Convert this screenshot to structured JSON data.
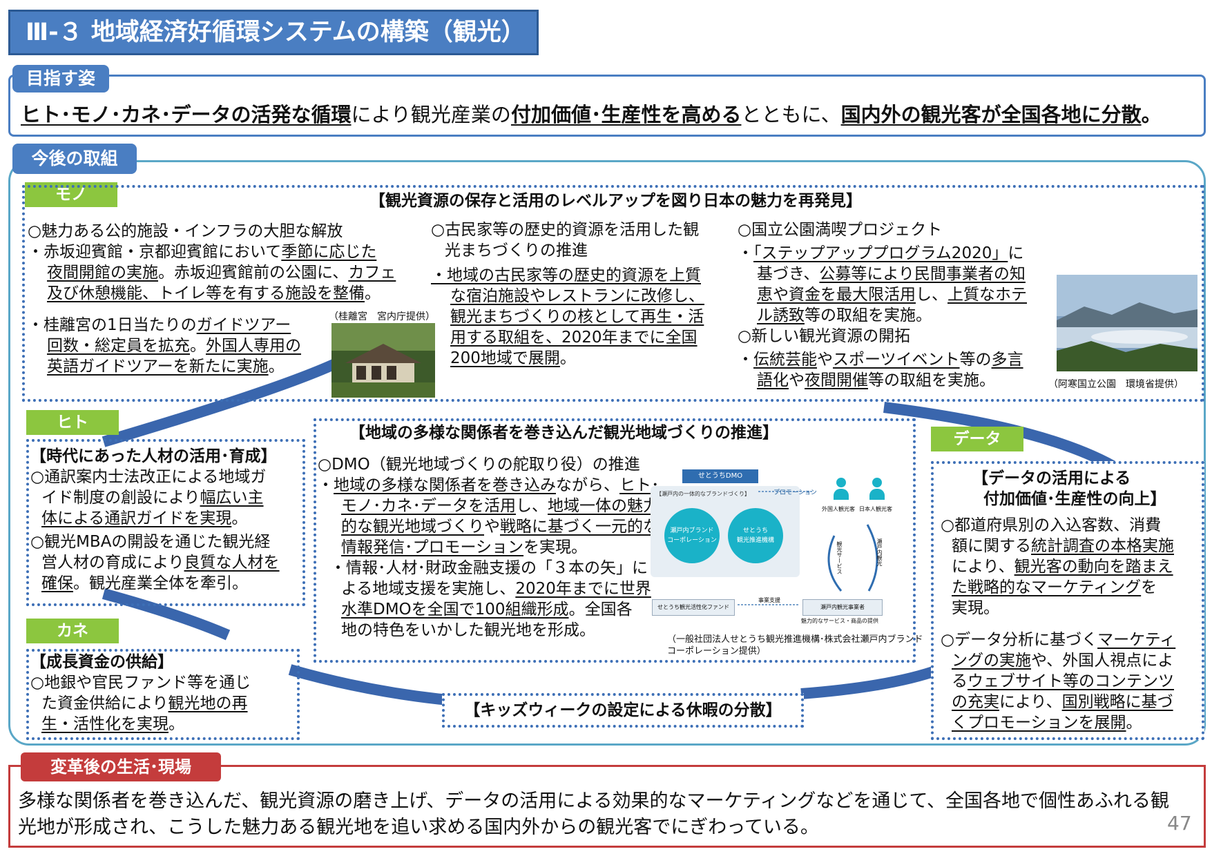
{
  "header": {
    "title": "Ⅲ-３ 地域経済好循環システムの構築（観光）"
  },
  "vision": {
    "label": "目指す姿",
    "part1": "ヒト･モノ･カネ･データの活発な循環",
    "part2": "により観光産業の",
    "part3": "付加価値･生産性を高める",
    "part4": "とともに、",
    "part5": "国内外の観光客が全国各地に分散",
    "part6": "。"
  },
  "initiatives": {
    "label": "今後の取組"
  },
  "mono": {
    "tag": "モノ",
    "heading": "【観光資源の保存と活用のレベルアップを図り日本の魅力を再発見】",
    "col1": {
      "title": "○魅力ある公的施設・インフラの大胆な解放",
      "b1_l1a": "・赤坂迎賓館・京都迎賓館において",
      "b1_l1b": "季節に応じた",
      "b1_l2a": "夜間開館の実施",
      "b1_l2b": "。赤坂迎賓館前の公園に、",
      "b1_l2c": "カフェ",
      "b1_l3a": "及び休憩機能、トイレ等を有する施設を整備",
      "b1_l3b": "。",
      "b2_l1a": "・桂離宮の1日当たりの",
      "b2_l1b": "ガイドツアー",
      "b2_l2a": "回数・総定員を拡充",
      "b2_l2b": "。",
      "b2_l2c": "外国人専用の",
      "b2_l3a": "英語ガイドツアーを新たに実施",
      "b2_l3b": "。",
      "photo_credit": "（桂離宮　宮内庁提供）"
    },
    "col2": {
      "title_l1": "○古民家等の歴史的資源を活用した観",
      "title_l2": "光まちづくりの推進",
      "l1": "・地域の古民家等の歴史的資源を上質",
      "l2": "な宿泊施設やレストランに改修し、",
      "l3": "観光まちづくりの核として再生・活",
      "l4a": "用する取組を、",
      "l4b": "2020年までに全国",
      "l5a": "200地域で展開",
      "l5b": "。"
    },
    "col3": {
      "title1": "○国立公園満喫プロジェクト",
      "l1a": "・",
      "l1b": "「ステップアッププログラム2020」",
      "l1c": "に",
      "l2a": "基づき、",
      "l2b": "公募等により民間事業者の知",
      "l3a": "恵や資金を最大限活用",
      "l3b": "し、",
      "l3c": "上質なホテ",
      "l4a": "ル誘致",
      "l4b": "等の取組を実施。",
      "title2": "○新しい観光資源の開拓",
      "m1a": "・",
      "m1b": "伝統芸能",
      "m1c": "や",
      "m1d": "スポーツイベント",
      "m1e": "等の",
      "m1f": "多言",
      "m2a": "語化",
      "m2b": "や",
      "m2c": "夜間開催",
      "m2d": "等の取組を実施。",
      "photo_credit": "（阿寒国立公園　環境省提供）"
    }
  },
  "hito": {
    "tag": "ヒト",
    "heading": "【時代にあった人材の活用･育成】",
    "l1": "○通訳案内士法改正による地域ガ",
    "l2a": "イド制度の創設により",
    "l2b": "幅広い主",
    "l3a": "体による通訳ガイドを実現",
    "l3b": "。",
    "l4": "○観光MBAの開設を通じた観光経",
    "l5a": "営人材の育成により",
    "l5b": "良質な人材を",
    "l6a": "確保",
    "l6b": "。観光産業全体を牽引。"
  },
  "kane": {
    "tag": "カネ",
    "heading": "【成長資金の供給】",
    "l1": "○地銀や官民ファンド等を通じ",
    "l2a": "た資金供給により",
    "l2b": "観光地の再",
    "l3a": "生・活性化を実現",
    "l3b": "。"
  },
  "center": {
    "heading": "【地域の多様な関係者を巻き込んだ観光地域づくりの推進】",
    "title": "○DMO（観光地域づくりの舵取り役）の推進",
    "a1a": "・",
    "a1b": "地域の多様な関係者を巻き込み",
    "a1c": "ながら、",
    "a1d": "ヒト･",
    "a2a": "モノ･カネ･データを活用",
    "a2b": "し、",
    "a2c": "地域一体の魅力",
    "a3a": "的な観光地域づくり",
    "a3b": "や",
    "a3c": "戦略に基づく一元的な",
    "a4a": "情報発信･プロモーション",
    "a4b": "を実現。",
    "b1": "・情報･人材･財政金融支援の「３本の矢」に",
    "b2a": "よる地域支援を実施し、",
    "b2b": "2020年までに世界",
    "b3a": "水準DMOを全国で100組織形成",
    "b3b": "。全国各",
    "b4": "地の特色をいかした観光地を形成。",
    "credit_l1": "（一般社団法人せとうち観光推進機構･株式会社瀬戸内ブランド",
    "credit_l2": "コーポレーション提供）",
    "diagram": {
      "top_label": "せとうちDMO",
      "inner_label": "【瀬戸内の一体的なブランドづくり】",
      "circle1_l1": "瀬戸内ブランド",
      "circle1_l2": "コーポレーション",
      "circle2_l1": "せとうち",
      "circle2_l2": "観光推進機構",
      "promotion": "プロモーション",
      "visitor1": "外国人観光客",
      "visitor2": "日本人観光客",
      "left_arrow": "観光サービス",
      "right_arrow": "瀬戸内観光",
      "fund": "せとうち観光活性化ファンド",
      "support": "事業支援",
      "operators": "瀬戸内観光事業者",
      "bottom": "魅力的なサービス・商品の提供"
    }
  },
  "kids": {
    "text": "【キッズウィークの設定による休暇の分散】"
  },
  "data_sec": {
    "tag": "データ",
    "heading_l1": "【データの活用による",
    "heading_l2": "付加価値･生産性の向上】",
    "p1_l1": "○都道府県別の入込客数、消費",
    "p1_l2a": "額に関する",
    "p1_l2b": "統計調査の本格実施",
    "p1_l3a": "により、",
    "p1_l3b": "観光客の動向を踏まえ",
    "p1_l4a": "た戦略的なマーケティング",
    "p1_l4b": "を",
    "p1_l5": "実現。",
    "p2_l1a": "○データ分析に基づく",
    "p2_l1b": "マーケティ",
    "p2_l2a": "ングの実施",
    "p2_l2b": "や、外国人視点によ",
    "p2_l3a": "る",
    "p2_l3b": "ウェブサイト等のコンテンツ",
    "p2_l4a": "の充実",
    "p2_l4b": "により、",
    "p2_l4c": "国別戦略に基づ",
    "p2_l5a": "くプロモーションを展開",
    "p2_l5b": "。"
  },
  "after": {
    "label": "変革後の生活･現場",
    "l1": "多様な関係者を巻き込んだ、観光資源の磨き上げ、データの活用による効果的なマーケティングなどを通じて、全国各地で個性あふれる観",
    "l2": "光地が形成され、こうした魅力ある観光地を追い求める国内外からの観光客でにぎわっている。"
  },
  "page_number": "47",
  "colors": {
    "brand_blue": "#4a7ec2",
    "tag_green": "#8cc63f",
    "red": "#c43c3c",
    "cycle_blue": "#3a66ad"
  }
}
